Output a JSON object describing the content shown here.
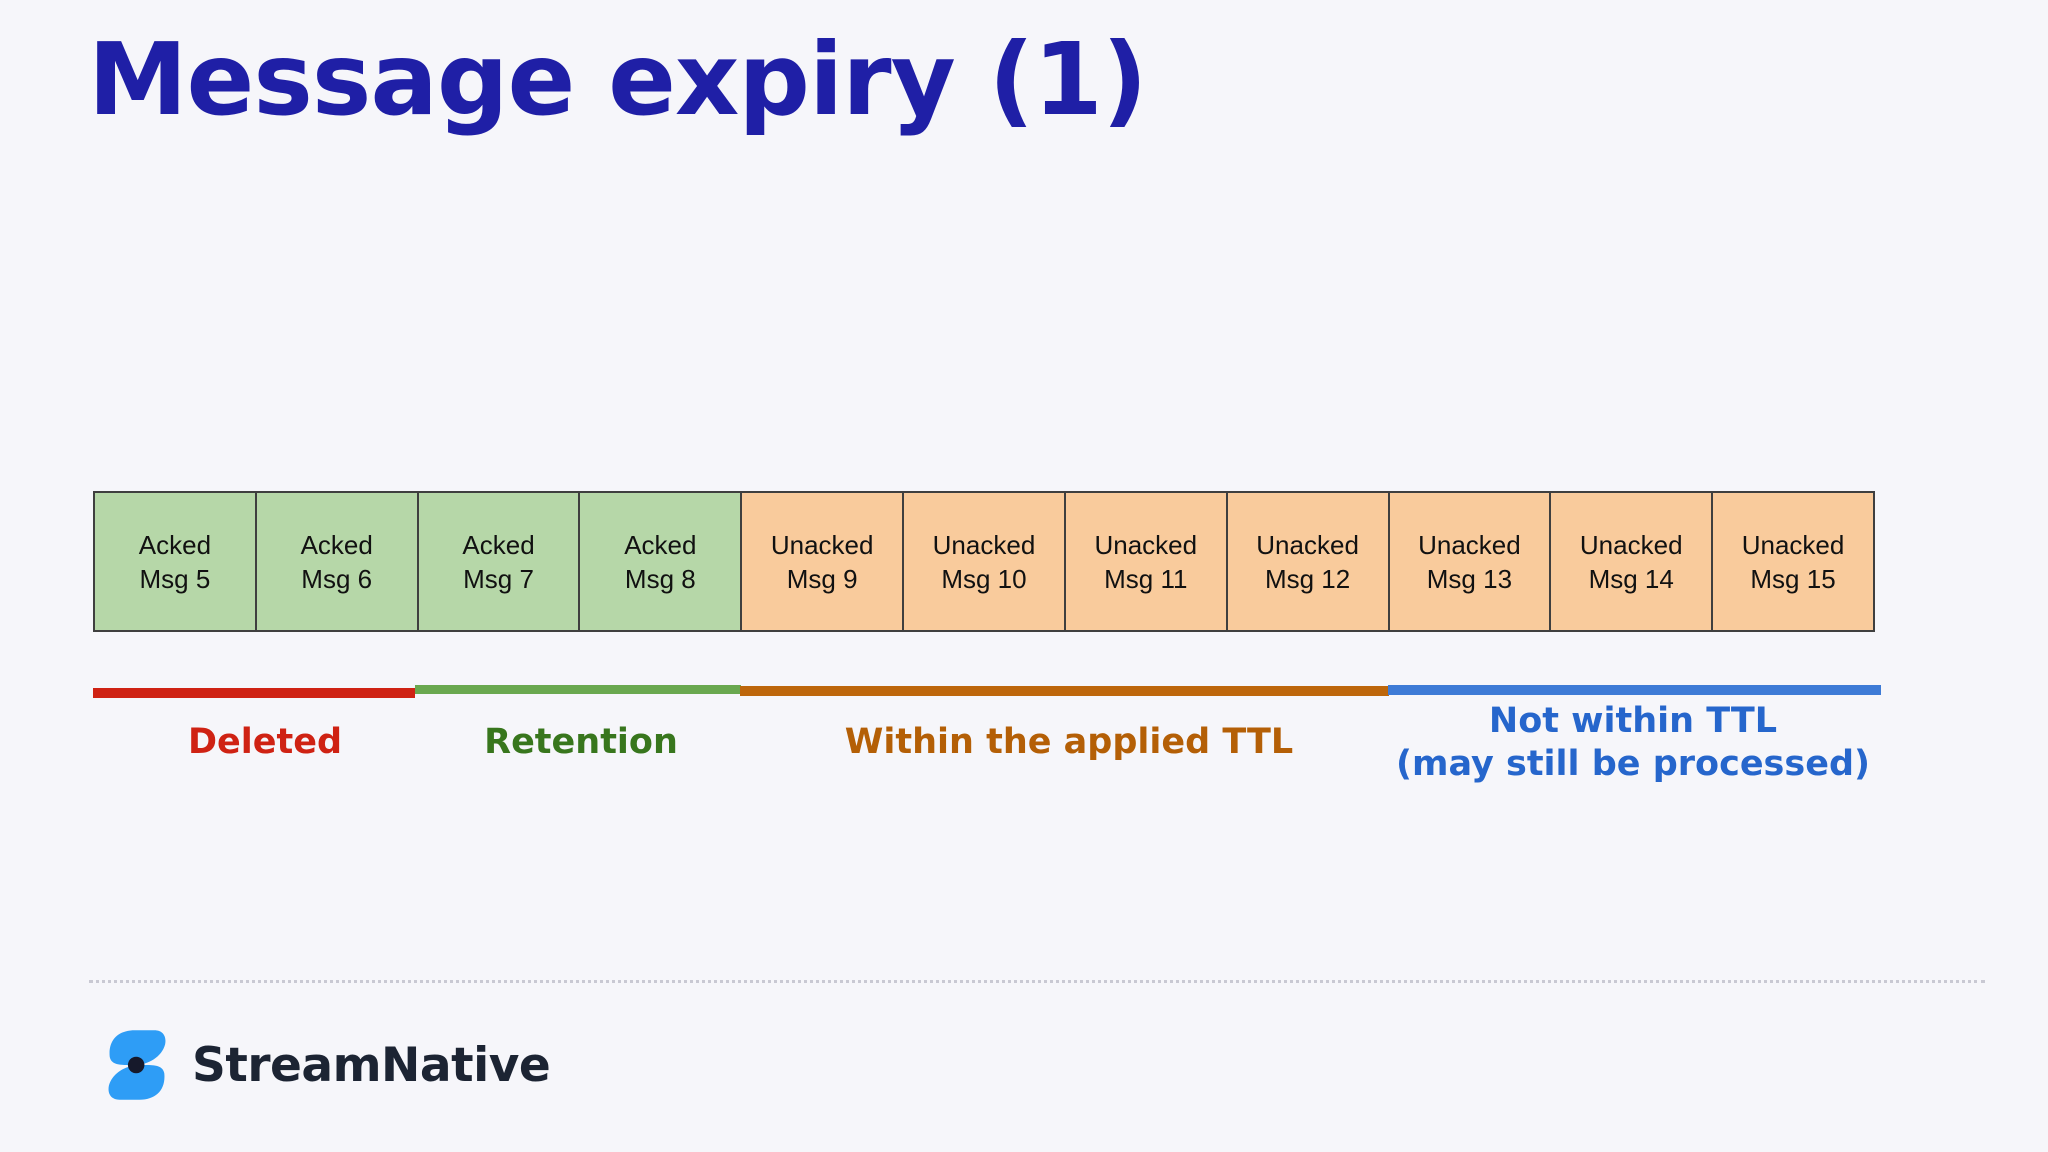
{
  "slide": {
    "title": "Message expiry (1)",
    "background_color": "#f6f6fa",
    "title_color": "#1f1fa6"
  },
  "diagram": {
    "block_border_color": "#3f3f3f",
    "blocks": [
      {
        "line1": "Acked",
        "line2": "Msg 5",
        "fill": "#b6d7a8"
      },
      {
        "line1": "Acked",
        "line2": "Msg 6",
        "fill": "#b6d7a8"
      },
      {
        "line1": "Acked",
        "line2": "Msg 7",
        "fill": "#b6d7a8"
      },
      {
        "line1": "Acked",
        "line2": "Msg 8",
        "fill": "#b6d7a8"
      },
      {
        "line1": "Unacked",
        "line2": "Msg 9",
        "fill": "#f9cb9c"
      },
      {
        "line1": "Unacked",
        "line2": "Msg 10",
        "fill": "#f9cb9c"
      },
      {
        "line1": "Unacked",
        "line2": "Msg 11",
        "fill": "#f9cb9c"
      },
      {
        "line1": "Unacked",
        "line2": "Msg 12",
        "fill": "#f9cb9c"
      },
      {
        "line1": "Unacked",
        "line2": "Msg 13",
        "fill": "#f9cb9c"
      },
      {
        "line1": "Unacked",
        "line2": "Msg 14",
        "fill": "#f9cb9c"
      },
      {
        "line1": "Unacked",
        "line2": "Msg 15",
        "fill": "#f9cb9c"
      }
    ],
    "segments": [
      {
        "label": "Deleted",
        "line_color": "#cf2213",
        "label_color": "#cf2213"
      },
      {
        "label": "Retention",
        "line_color": "#6aa84f",
        "label_color": "#38761d"
      },
      {
        "label": "Within the applied TTL",
        "line_color": "#bd660b",
        "label_color": "#b45f06"
      },
      {
        "label_line1": "Not within TTL",
        "label_line2": "(may still be processed)",
        "line_color": "#3e7bd6",
        "label_color": "#2666cc"
      }
    ]
  },
  "footer": {
    "brand": "StreamNative",
    "brand_color": "#1c2433",
    "logo_color": "#2e9df6",
    "logo_dot_color": "#16192b"
  }
}
